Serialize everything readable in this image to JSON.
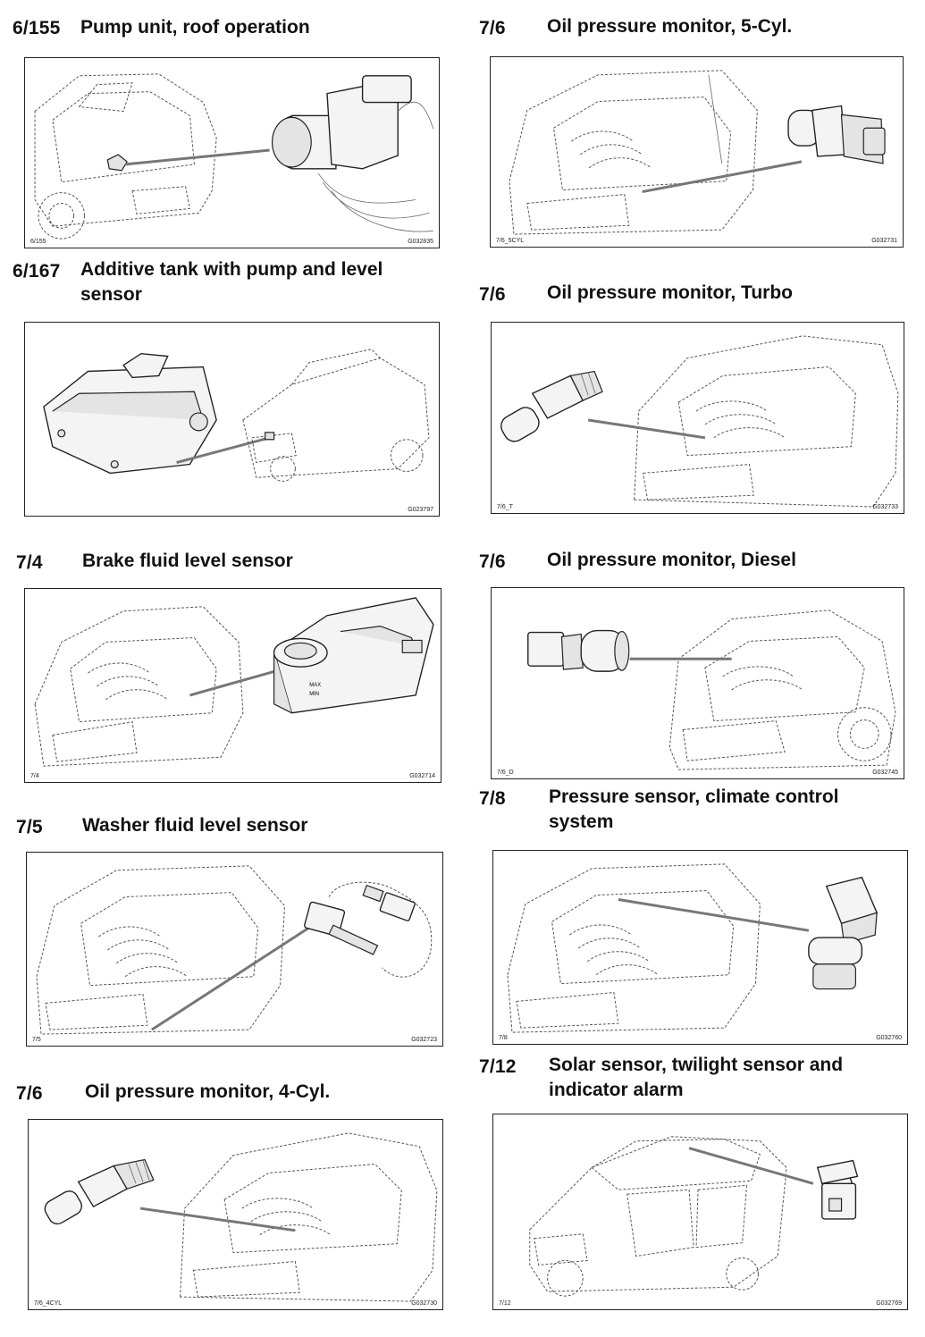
{
  "entries": [
    {
      "code": "6/155",
      "title": "Pump unit, roof operation",
      "ref": "6/155",
      "gno": "G032835"
    },
    {
      "code": "6/167",
      "title": "Additive tank with pump and level sensor",
      "ref": "",
      "gno": "G023797"
    },
    {
      "code": "7/4",
      "title": "Brake fluid level sensor",
      "ref": "7/4",
      "gno": "G032714"
    },
    {
      "code": "7/5",
      "title": "Washer fluid level sensor",
      "ref": "7/5",
      "gno": "G032723"
    },
    {
      "code": "7/6",
      "title": "Oil pressure monitor, 4-Cyl.",
      "ref": "7/6_4CYL",
      "gno": "G032730"
    },
    {
      "code": "7/6",
      "title": "Oil pressure monitor, 5-Cyl.",
      "ref": "7/6_5CYL",
      "gno": "G032731"
    },
    {
      "code": "7/6",
      "title": "Oil pressure monitor, Turbo",
      "ref": "7/6_T",
      "gno": "G032733"
    },
    {
      "code": "7/6",
      "title": "Oil pressure monitor, Diesel",
      "ref": "7/6_D",
      "gno": "G032745"
    },
    {
      "code": "7/8",
      "title": "Pressure sensor, climate control system",
      "ref": "7/8",
      "gno": "G032760"
    },
    {
      "code": "7/12",
      "title": "Solar sensor, twilight sensor and indicator alarm",
      "ref": "7/12",
      "gno": "G032769"
    }
  ],
  "labels": {
    "max": "MAX",
    "min": "MIN"
  }
}
